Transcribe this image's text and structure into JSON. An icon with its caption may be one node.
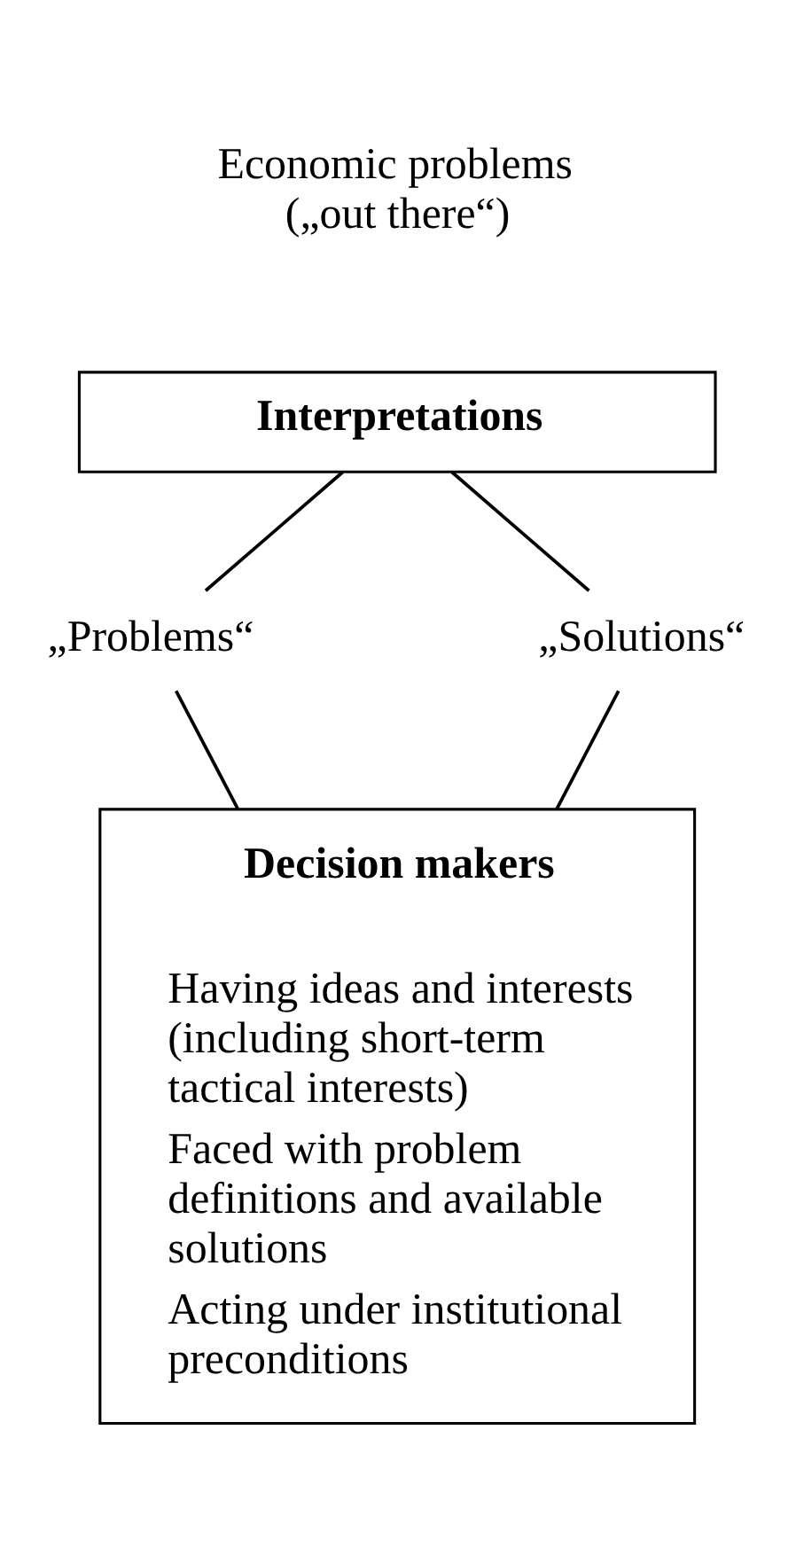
{
  "diagram": {
    "nodes": [
      {
        "text": [
          "Interpretations"
        ]
      },
      {
        "text": [
          "„Problems“"
        ]
      },
      {
        "text": [
          "„Solutions“"
        ]
      },
      {
        "text": [
          "Decision makers",
          "Having ideas and interests (including short-term tactical interests)",
          "Faced with problem definitions and available solutions",
          "Acting under institutional preconditions"
        ]
      }
    ],
    "edges": [
      {
        "from": 0,
        "to": 1,
        "arrow": "none"
      },
      {
        "from": 0,
        "to": 2,
        "arrow": "none"
      },
      {
        "from": 1,
        "to": 3,
        "arrow": "none"
      },
      {
        "from": 2,
        "to": 3,
        "arrow": "none"
      }
    ],
    "labels": [
      "Economic problems („out there“)"
    ]
  }
}
